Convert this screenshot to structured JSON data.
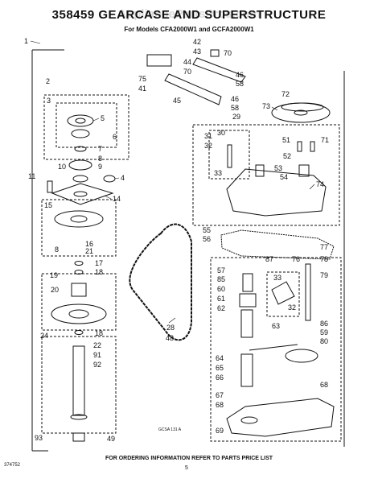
{
  "header": {
    "title": "358459 GEARCASE AND SUPERSTRUCTURE",
    "subtitle": "For Models CFA2000W1 and GCFA2000W1",
    "watermark": "AppliancePartsPros.com"
  },
  "footer": {
    "ordering_note": "FOR ORDERING INFORMATION REFER TO PARTS PRICE LIST",
    "page_number": "5",
    "catalog_code": "374752",
    "figure_ref": "GCSA 131 A"
  },
  "callouts": [
    {
      "id": "c1",
      "label": "1"
    },
    {
      "id": "c2",
      "label": "2"
    },
    {
      "id": "c3",
      "label": "3"
    },
    {
      "id": "c5",
      "label": "5"
    },
    {
      "id": "c6",
      "label": "6"
    },
    {
      "id": "c7",
      "label": "7"
    },
    {
      "id": "c8",
      "label": "8"
    },
    {
      "id": "c9",
      "label": "9"
    },
    {
      "id": "c10",
      "label": "10"
    },
    {
      "id": "c11",
      "label": "11"
    },
    {
      "id": "c4",
      "label": "4"
    },
    {
      "id": "c14",
      "label": "14"
    },
    {
      "id": "c15",
      "label": "15"
    },
    {
      "id": "c16",
      "label": "16"
    },
    {
      "id": "c8b",
      "label": "8"
    },
    {
      "id": "c21",
      "label": "21"
    },
    {
      "id": "c17",
      "label": "17"
    },
    {
      "id": "c18",
      "label": "18"
    },
    {
      "id": "c19",
      "label": "19"
    },
    {
      "id": "c20",
      "label": "20"
    },
    {
      "id": "c18b",
      "label": "18"
    },
    {
      "id": "c24",
      "label": "24"
    },
    {
      "id": "c22",
      "label": "22"
    },
    {
      "id": "c91",
      "label": "91"
    },
    {
      "id": "c92",
      "label": "92"
    },
    {
      "id": "c93",
      "label": "93"
    },
    {
      "id": "c49",
      "label": "49"
    },
    {
      "id": "c28",
      "label": "28"
    },
    {
      "id": "c48",
      "label": "48"
    },
    {
      "id": "c42",
      "label": "42"
    },
    {
      "id": "c43",
      "label": "43"
    },
    {
      "id": "c70",
      "label": "70"
    },
    {
      "id": "c44",
      "label": "44"
    },
    {
      "id": "c70b",
      "label": "70"
    },
    {
      "id": "c46",
      "label": "46"
    },
    {
      "id": "c58",
      "label": "58"
    },
    {
      "id": "c75",
      "label": "75"
    },
    {
      "id": "c41",
      "label": "41"
    },
    {
      "id": "c45",
      "label": "45"
    },
    {
      "id": "c46b",
      "label": "46"
    },
    {
      "id": "c58b",
      "label": "58"
    },
    {
      "id": "c72",
      "label": "72"
    },
    {
      "id": "c73",
      "label": "73"
    },
    {
      "id": "c29",
      "label": "29"
    },
    {
      "id": "c31",
      "label": "31"
    },
    {
      "id": "c30",
      "label": "30"
    },
    {
      "id": "c32",
      "label": "32"
    },
    {
      "id": "c33",
      "label": "33"
    },
    {
      "id": "c51",
      "label": "51"
    },
    {
      "id": "c71",
      "label": "71"
    },
    {
      "id": "c52",
      "label": "52"
    },
    {
      "id": "c53",
      "label": "53"
    },
    {
      "id": "c54",
      "label": "54"
    },
    {
      "id": "c74",
      "label": "74"
    },
    {
      "id": "c55",
      "label": "55"
    },
    {
      "id": "c56",
      "label": "56"
    },
    {
      "id": "c77",
      "label": "77"
    },
    {
      "id": "c87",
      "label": "87"
    },
    {
      "id": "c76",
      "label": "76"
    },
    {
      "id": "c78",
      "label": "78"
    },
    {
      "id": "c79",
      "label": "79"
    },
    {
      "id": "c57",
      "label": "57"
    },
    {
      "id": "c85",
      "label": "85"
    },
    {
      "id": "c60",
      "label": "60"
    },
    {
      "id": "c33b",
      "label": "33"
    },
    {
      "id": "c61",
      "label": "61"
    },
    {
      "id": "c62",
      "label": "62"
    },
    {
      "id": "c32b",
      "label": "32"
    },
    {
      "id": "c63",
      "label": "63"
    },
    {
      "id": "c86",
      "label": "86"
    },
    {
      "id": "c59",
      "label": "59"
    },
    {
      "id": "c80",
      "label": "80"
    },
    {
      "id": "c64",
      "label": "64"
    },
    {
      "id": "c65",
      "label": "65"
    },
    {
      "id": "c66",
      "label": "66"
    },
    {
      "id": "c67",
      "label": "67"
    },
    {
      "id": "c68",
      "label": "68"
    },
    {
      "id": "c68b",
      "label": "68"
    },
    {
      "id": "c69",
      "label": "69"
    }
  ]
}
